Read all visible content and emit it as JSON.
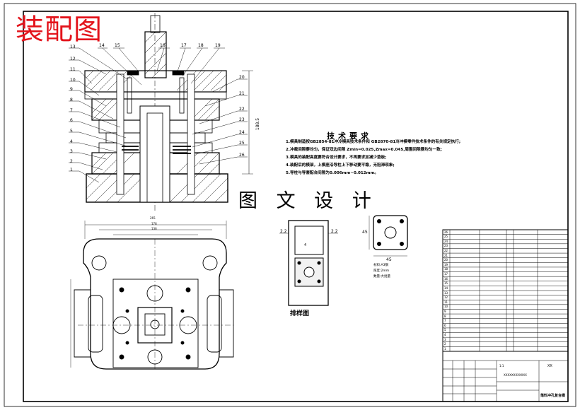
{
  "stamp": "装配图",
  "watermark": "图 文 设 计",
  "tech": {
    "title": "技术要求",
    "items": [
      "1.模具制造按GB2854-81冲冷模具技术条件和 GB2870-81冷冲模零件技术条件的有关规定执行;",
      "2.冲裁间隙要均匀，保证双边间隙 Zmin=0.025,Zmax=0.045,周围间隙要均匀一致;",
      "3.模具的装配高度要符合设计要求，不再要求加减少垫板;",
      "4.装配后的模架，上模座沿导柱上下移动要平稳，无阻滞现象;",
      "5.导柱与导套配合间隙为0.006mm~0.012mm。"
    ]
  },
  "layout_label": "排样图",
  "dims": {
    "height": "188.5",
    "strip_a": "2.2",
    "strip_b": "2.2",
    "strip_pitch": "4",
    "part_w": "45",
    "part_h": "45",
    "top_w": "265",
    "top_w2": "178",
    "top_w3": "136"
  },
  "part_notes": [
    "材料:A3钢",
    "厚度:2mm",
    "数量:大批量"
  ],
  "part_numbers_left": [
    "13",
    "12",
    "11",
    "10",
    "9",
    "8",
    "7",
    "6",
    "5",
    "4",
    "3",
    "2",
    "1"
  ],
  "part_numbers_top": [
    "14",
    "15",
    "16",
    "17",
    "18",
    "19"
  ],
  "part_numbers_right": [
    "20",
    "21",
    "22",
    "23",
    "24",
    "25",
    "26"
  ],
  "title_block": {
    "designation": "XX",
    "drawing": "XXXXXXXXXXXX",
    "name": "落料冲孔复合模",
    "scale": "1:1"
  },
  "bom_rows": [
    "26",
    "25",
    "24",
    "23",
    "22",
    "21",
    "20",
    "19",
    "18",
    "17",
    "16",
    "15",
    "14",
    "13",
    "12",
    "11",
    "10",
    "9",
    "8",
    "7",
    "6",
    "5",
    "4",
    "3",
    "2",
    "1"
  ],
  "colors": {
    "stamp": "#e3131b",
    "line": "#000000"
  }
}
